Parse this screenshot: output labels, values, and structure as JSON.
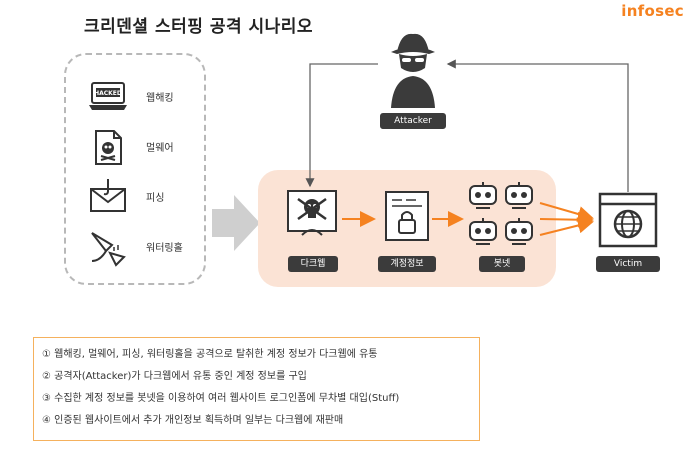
{
  "title": "크리덴셜 스터핑 공격 시나리오",
  "brand": "infosec",
  "left_panel": {
    "items": [
      {
        "label": "웹해킹",
        "icon": "hacked-laptop-icon",
        "icon_text": "HACKED"
      },
      {
        "label": "멀웨어",
        "icon": "malware-skull-document-icon"
      },
      {
        "label": "피싱",
        "icon": "phishing-envelope-icon"
      },
      {
        "label": "워터링홀",
        "icon": "watering-hole-icon"
      }
    ]
  },
  "attacker": {
    "label": "Attacker",
    "icon": "hacker-spy-icon"
  },
  "flow": {
    "darkweb": {
      "label": "다크웹",
      "icon": "skull-crossbones-icon"
    },
    "credentials": {
      "label": "계정정보",
      "icon": "credential-lock-icon"
    },
    "botnet": {
      "label": "봇넷",
      "icon": "robot-botnet-icon"
    }
  },
  "victim": {
    "label": "Victim",
    "icon": "browser-globe-icon"
  },
  "colors": {
    "accent": "#f58220",
    "hub_bg": "#fbe3d5",
    "label_bg": "#3b3b3b",
    "arrow_gray": "#cfcfcf"
  },
  "notes": [
    "① 웹해킹, 멀웨어, 피싱, 워터링홀을 공격으로 탈취한 계정 정보가 다크웹에 유통",
    "② 공격자(Attacker)가 다크웹에서 유통 중인 계정 정보를 구입",
    "③ 수집한 계정 정보를 봇넷을 이용하여 여러 웹사이트 로그인폼에 무차별 대입(Stuff)",
    "④ 인증된 웹사이트에서 추가 개인정보 획득하며 일부는 다크웹에 재판매"
  ]
}
